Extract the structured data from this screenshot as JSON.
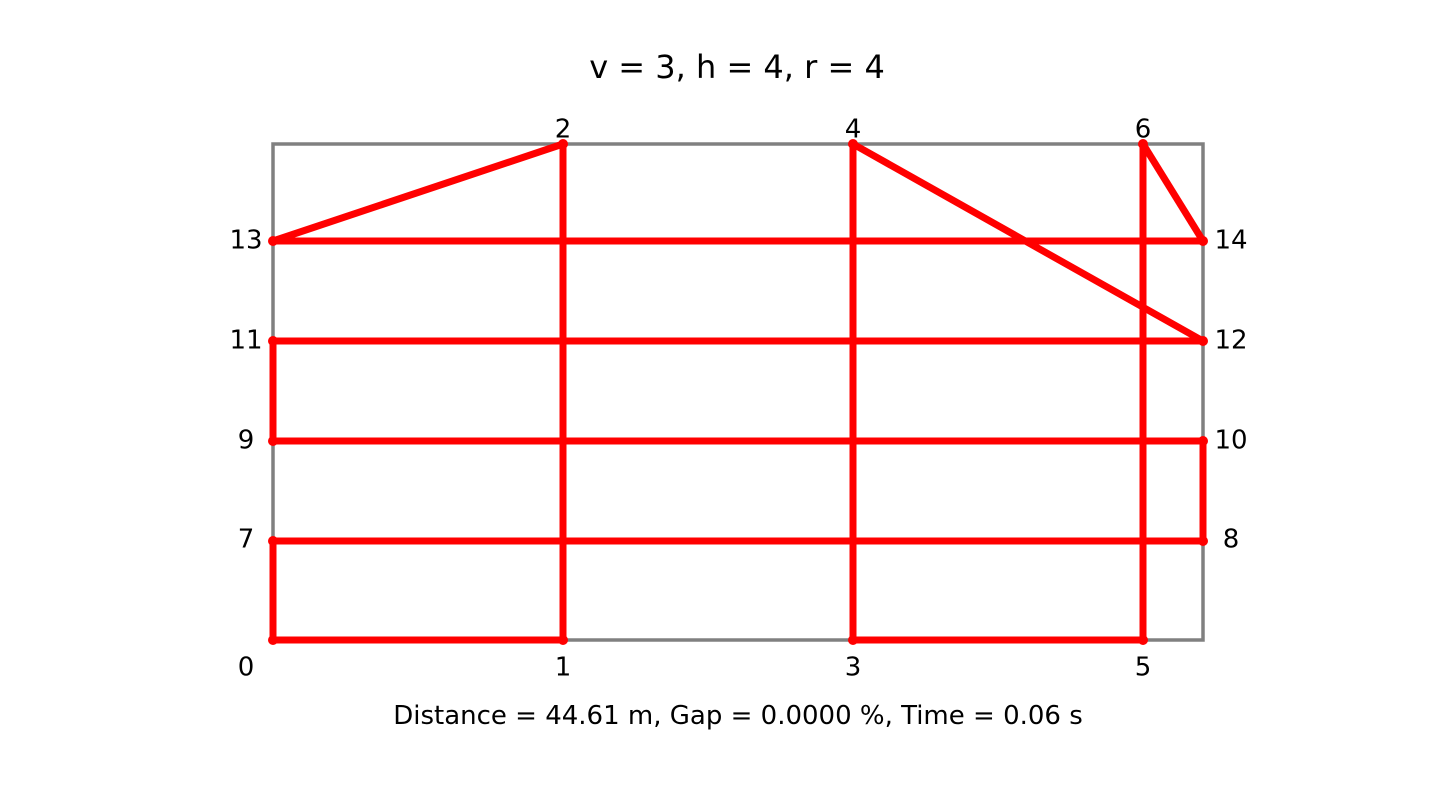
{
  "title": "v = 3,  h = 4,  r = 4",
  "footer": "Distance = 44.61 m,   Gap = 0.0000 %,   Time = 0.06 s",
  "colors": {
    "route": "#ff0000",
    "boundary": "#808080",
    "text": "#000000"
  },
  "nodes": [
    {
      "id": "0",
      "label": "0"
    },
    {
      "id": "1",
      "label": "1"
    },
    {
      "id": "2",
      "label": "2"
    },
    {
      "id": "3",
      "label": "3"
    },
    {
      "id": "4",
      "label": "4"
    },
    {
      "id": "5",
      "label": "5"
    },
    {
      "id": "6",
      "label": "6"
    },
    {
      "id": "7",
      "label": "7"
    },
    {
      "id": "8",
      "label": "8"
    },
    {
      "id": "9",
      "label": "9"
    },
    {
      "id": "10",
      "label": "10"
    },
    {
      "id": "11",
      "label": "11"
    },
    {
      "id": "12",
      "label": "12"
    },
    {
      "id": "13",
      "label": "13"
    },
    {
      "id": "14",
      "label": "14"
    }
  ],
  "route": [
    "0",
    "1",
    "2",
    "13",
    "14",
    "6",
    "5",
    "3",
    "4",
    "12",
    "11",
    "9",
    "10",
    "8",
    "7",
    "0"
  ]
}
